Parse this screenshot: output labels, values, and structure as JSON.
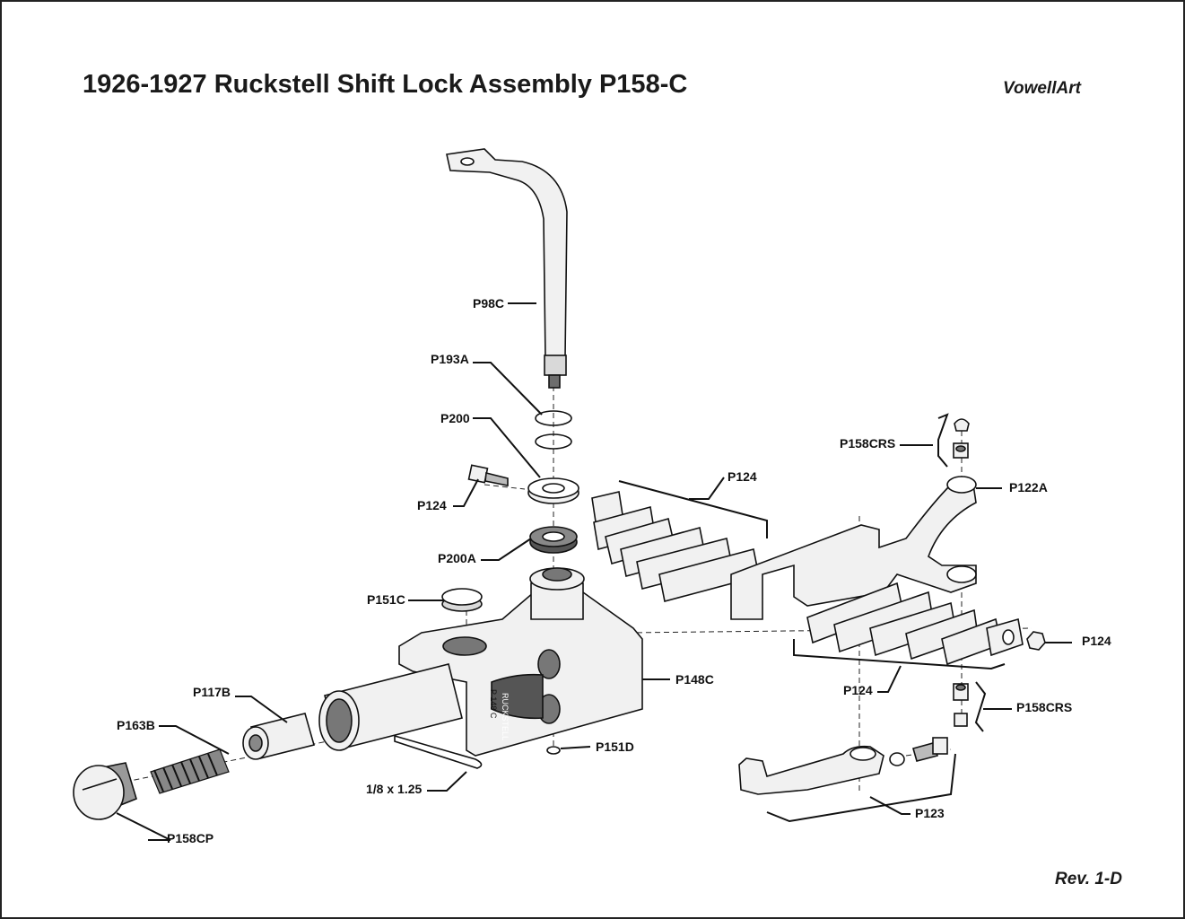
{
  "title": "1926-1927 Ruckstell Shift Lock Assembly P158-C",
  "brand": "VowellArt",
  "revision": "Rev. 1-D",
  "labels": {
    "p98c": "P98C",
    "p193a": "P193A",
    "p200": "P200",
    "p124_bolt": "P124",
    "p200a": "P200A",
    "p151c": "P151C",
    "p124_plates_top": "P124",
    "p158crs_top": "P158CRS",
    "p122a": "P122A",
    "p124_nut": "P124",
    "p124_plates_bottom": "P124",
    "p158crs_bottom": "P158CRS",
    "p148c": "P148C",
    "p151d": "P151D",
    "p117b": "P117B",
    "p163b": "P163B",
    "cotter_pin": "1/8 x 1.25",
    "p158cp": "P158CP",
    "p123": "P123"
  },
  "housing_casting_text": [
    "RUCKSTELL",
    "P 148 C"
  ]
}
